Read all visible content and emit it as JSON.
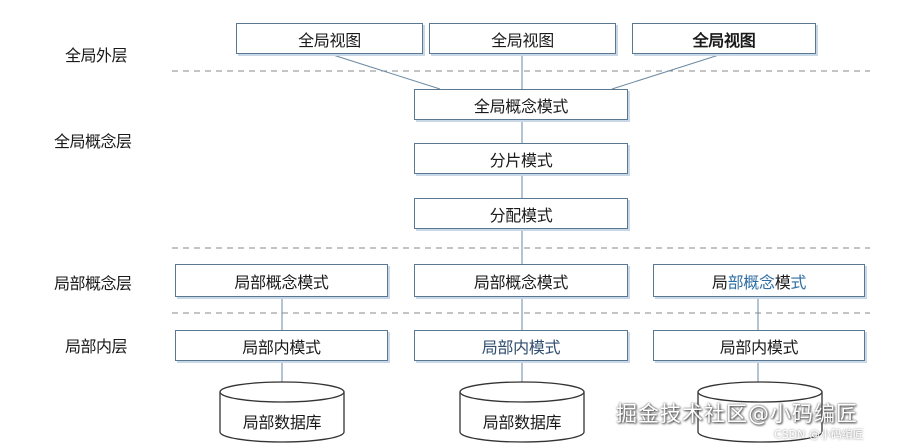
{
  "layers": {
    "global_external": "全局外层",
    "global_conceptual": "全局概念层",
    "local_conceptual": "局部概念层",
    "local_internal": "局部内层"
  },
  "global_views": [
    "全局视图",
    "全局视图",
    "全局视图"
  ],
  "global_conceptual_schema": "全局概念模式",
  "fragmentation_schema": "分片模式",
  "allocation_schema": "分配模式",
  "local_conceptual_schemas": [
    "局部概念模式",
    "局部概念模式",
    "局部概念模式"
  ],
  "local_conceptual_schema_3_parts": [
    "局",
    "部概念",
    "模",
    "式"
  ],
  "local_internal_schemas": [
    "局部内模式",
    "局部内模式",
    "局部内模式"
  ],
  "local_databases": [
    "局部数据库",
    "局部数据库"
  ],
  "watermark": {
    "text": "掘金技术社区@小码编匠",
    "sub": "CSDN @小码编匠"
  },
  "colors": {
    "box_border": "#5a7892",
    "dashed_line": "#8a8a8a",
    "accent_text": "#2f6fa3"
  }
}
